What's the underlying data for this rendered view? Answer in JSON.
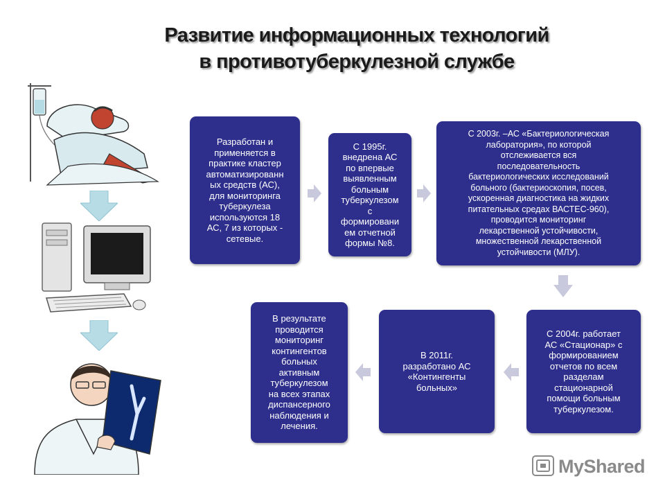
{
  "title": {
    "line1": "Развитие информационных технологий",
    "line2": "в противотуберкулезной службе"
  },
  "boxes": {
    "b1": "Разработан и\nприменяется в\nпрактике кластер\nавтоматизированн\nых средств (АС),\nдля мониторинга\nтуберкулеза\nиспользуются 18\nАС, 7 из которых -\nсетевые.",
    "b2": "С 1995г.\nвнедрена АС\nпо впервые\nвыявленным\nбольным\nтуберкулезом\nс\nформировани\nем отчетной\nформы №8.",
    "b3": "С 2003г.  –АС «Бактериологическая\nлаборатория», по которой\nотслеживается вся\nпоследовательность\nбактериологических исследований\nбольного (бактериоскопия, посев,\nускоренная диагностика на жидких\nпитательных средах ВАСТЕС-960),\nпроводится мониторинг\nлекарственной устойчивости,\nмножественной лекарственной\nустойчивости (МЛУ).",
    "b4": "С 2004г. работает\nАС «Стационар» с\nформированием\nотчетов по всем\nразделам\nстационарной\nпомощи больным\nтуберкулезом.",
    "b5": "В 2011г.\nразработано АС\n«Контингенты\nбольных»",
    "b6": "В результате\nпроводится\nмониторинг\nконтингентов\nбольных\nактивным\nтуберкулезом\nна всех этапах\nдиспансерного\nнаблюдения и\nлечения."
  },
  "colors": {
    "box": "#2e2f8c",
    "arrow_small": "#c9c9dd",
    "arrow_side": "#b8dce6"
  },
  "icons": [
    "patient-iv-icon",
    "computer-icon",
    "doctor-xray-icon",
    "mysshared-logo-icon"
  ],
  "logo": {
    "text": "MyShared"
  }
}
